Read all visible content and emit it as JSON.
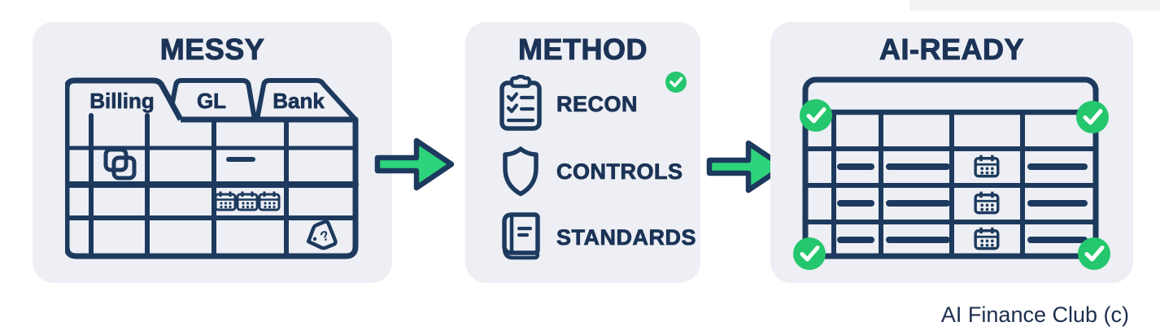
{
  "caption": {
    "text": "AI Finance Club (c)"
  },
  "colors": {
    "navy": "#1d3a5e",
    "text_navy": "#1b3356",
    "panel_bg": "#edeff4",
    "green": "#24c76d",
    "arrow_green": "#2ed47b",
    "page_bg": "#ffffff"
  },
  "panels": {
    "messy": {
      "title": "MESSY",
      "tabs": [
        {
          "label": "Billing",
          "active": true
        },
        {
          "label": "GL",
          "active": false
        },
        {
          "label": "Bank",
          "active": false
        }
      ],
      "cell_icons": [
        "duplicate-records-icon",
        "missing-value-dash",
        "calendar-icon",
        "calendar-icon",
        "calendar-icon",
        "unknown-tag-icon"
      ],
      "tag_glyph": "?"
    },
    "method": {
      "title": "METHOD",
      "badge_icon": "check-circle-icon",
      "items": [
        {
          "icon": "clipboard-checklist-icon",
          "label": "RECON"
        },
        {
          "icon": "shield-icon",
          "label": "CONTROLS"
        },
        {
          "icon": "book-icon",
          "label": "STANDARDS"
        }
      ]
    },
    "ai_ready": {
      "title": "AI-READY",
      "corner_badges": [
        "check-circle-icon",
        "check-circle-icon",
        "check-circle-icon",
        "check-circle-icon"
      ],
      "row_icons": [
        "dash",
        "dash",
        "calendar-icon",
        "dash"
      ]
    }
  },
  "arrows": [
    {
      "icon": "arrow-right-icon"
    },
    {
      "icon": "arrow-right-icon"
    }
  ]
}
